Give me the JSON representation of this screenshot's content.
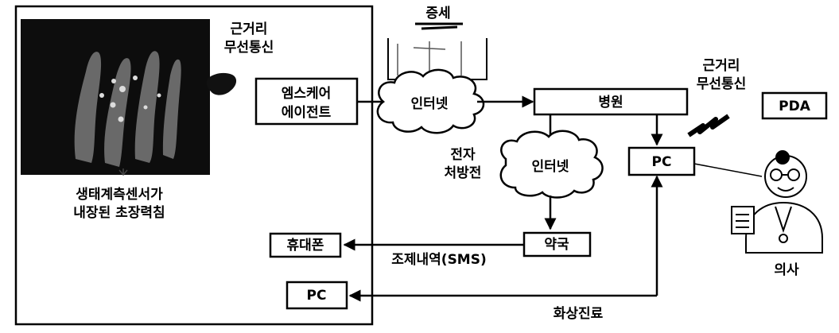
{
  "labels": {
    "bandage_caption_line1": "생태계측센서가",
    "bandage_caption_line2": "내장된 초장력침",
    "near_wireless_left_line1": "근거리",
    "near_wireless_left_line2": "무선통신",
    "near_wireless_right_line1": "근거리",
    "near_wireless_right_line2": "무선통신",
    "symptom": "증세",
    "agent_line1": "엠스케어",
    "agent_line2": "에이전트",
    "internet_top": "인터넷",
    "hospital": "병원",
    "e_prescription_line1": "전자",
    "e_prescription_line2": "처방전",
    "internet_mid": "인터넷",
    "pc_right": "PC",
    "pda": "PDA",
    "doctor": "의사",
    "pharmacy": "약국",
    "mobile_phone": "휴대폰",
    "dispense_sms": "조제내역(SMS)",
    "pc_left": "PC",
    "video_consult": "화상진료"
  }
}
